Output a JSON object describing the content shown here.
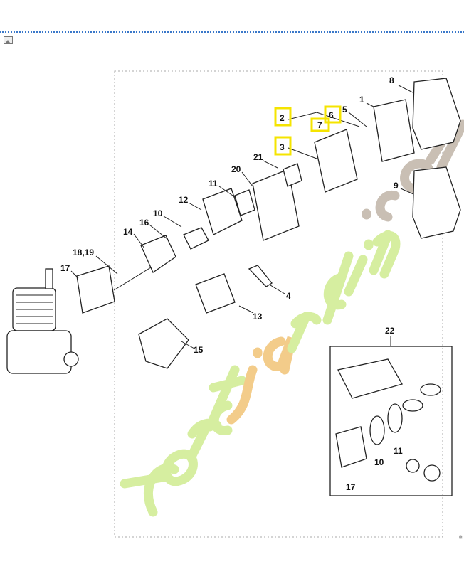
{
  "watermark": "foretjardin.com",
  "highlight_color": "#f5e400",
  "watermark_colors": {
    "green": "#d6eea0",
    "orange": "#f3cc8a",
    "brown": "#c9bfb4"
  },
  "labels": {
    "p1": "1",
    "p2": "2",
    "p3": "3",
    "p4": "4",
    "p5": "5",
    "p6": "6",
    "p7": "7",
    "p8": "8",
    "p9": "9",
    "p10": "10",
    "p11": "11",
    "p12": "12",
    "p13": "13",
    "p14": "14",
    "p15": "15",
    "p16": "16",
    "p17": "17",
    "p18_19": "18,19",
    "p20": "20",
    "p21": "21",
    "p22": "22",
    "k10": "10",
    "k11": "11",
    "k17": "17"
  },
  "corner_code": "ෂ"
}
